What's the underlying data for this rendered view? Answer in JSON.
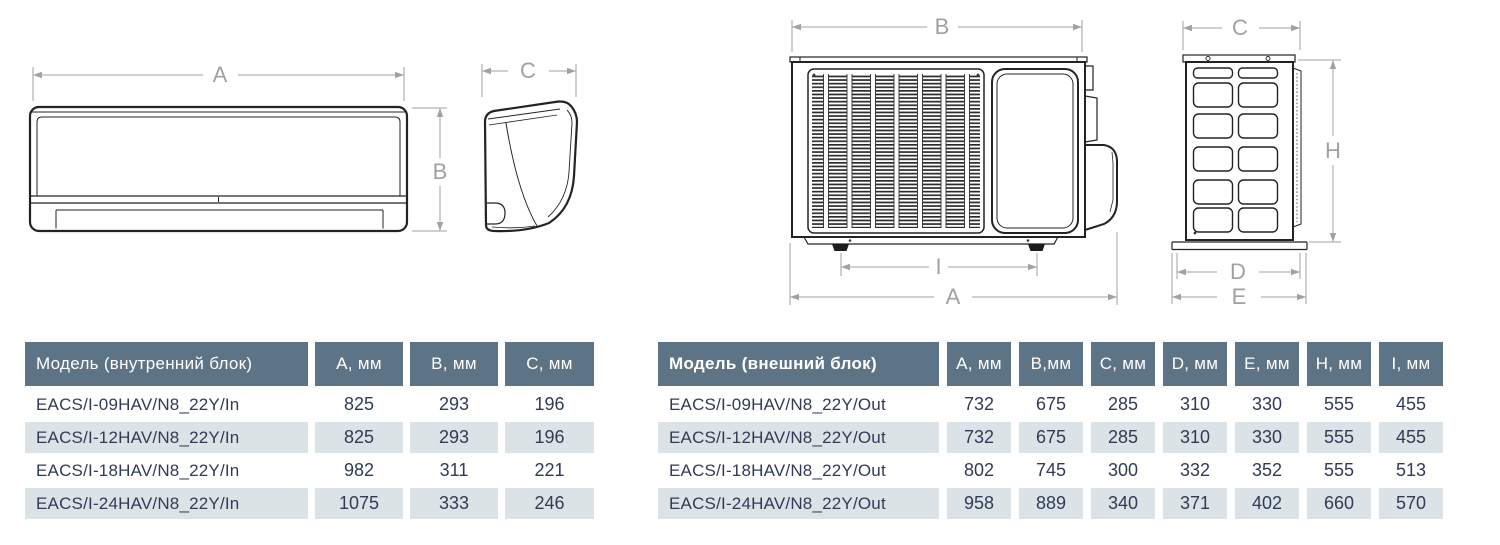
{
  "diagrams": {
    "indoor_front": {
      "width_label": "A",
      "height_label": "B"
    },
    "indoor_side": {
      "depth_label": "C"
    },
    "outdoor_front": {
      "width_label": "B",
      "overall_width_label": "A",
      "feet_span_label": "I"
    },
    "outdoor_side": {
      "depth_label": "C",
      "height_label": "H",
      "foot_span_label": "D",
      "base_span_label": "E"
    }
  },
  "tables": {
    "indoor": {
      "title": "Модель (внутренний блок)",
      "columns": [
        "А, мм",
        "В, мм",
        "С, мм"
      ],
      "rows": [
        {
          "model": "EACS/I-09HAV/N8_22Y/In",
          "a": "825",
          "b": "293",
          "c": "196"
        },
        {
          "model": "EACS/I-12HAV/N8_22Y/In",
          "a": "825",
          "b": "293",
          "c": "196"
        },
        {
          "model": "EACS/I-18HAV/N8_22Y/In",
          "a": "982",
          "b": "311",
          "c": "221"
        },
        {
          "model": "EACS/I-24HAV/N8_22Y/In",
          "a": "1075",
          "b": "333",
          "c": "246"
        }
      ]
    },
    "outdoor": {
      "title": "Модель (внешний блок)",
      "columns": [
        "A, мм",
        "B,мм",
        "C, мм",
        "D, мм",
        "E, мм",
        "H, мм",
        "I, мм"
      ],
      "rows": [
        {
          "model": "EACS/I-09HAV/N8_22Y/Out",
          "a": "732",
          "b": "675",
          "c": "285",
          "d": "310",
          "e": "330",
          "h": "555",
          "i": "455"
        },
        {
          "model": "EACS/I-12HAV/N8_22Y/Out",
          "a": "732",
          "b": "675",
          "c": "285",
          "d": "310",
          "e": "330",
          "h": "555",
          "i": "455"
        },
        {
          "model": "EACS/I-18HAV/N8_22Y/Out",
          "a": "802",
          "b": "745",
          "c": "300",
          "d": "332",
          "e": "352",
          "h": "555",
          "i": "513"
        },
        {
          "model": "EACS/I-24HAV/N8_22Y/Out",
          "a": "958",
          "b": "889",
          "c": "340",
          "d": "371",
          "e": "402",
          "h": "660",
          "i": "570"
        }
      ]
    }
  },
  "colors": {
    "header_bg": "#5d7486",
    "row_alt_bg": "#dce3e6",
    "cell_text": "#303c56",
    "dimension_gray": "#a2a2a6",
    "drawing_line": "#232323"
  }
}
